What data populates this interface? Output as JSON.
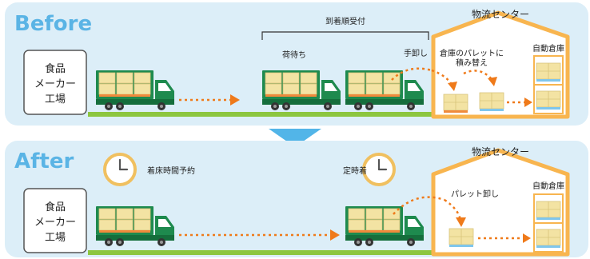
{
  "before": {
    "heading": "Before",
    "factory_label": [
      "食品",
      "メーカー",
      "工場"
    ],
    "center_title": "物流センター",
    "arrival_order_label": "到着順受付",
    "waiting_label": "荷待ち",
    "handwork_label": "手卸し",
    "repack_label": [
      "倉庫のパレットに",
      "積み替え"
    ],
    "auto_warehouse_label": "自動倉庫"
  },
  "after": {
    "heading": "After",
    "factory_label": [
      "食品",
      "メーカー",
      "工場"
    ],
    "center_title": "物流センター",
    "reservation_label": "着床時間予約",
    "on_time_label": "定時着",
    "pallet_unload_label": "パレット卸し",
    "auto_warehouse_label": "自動倉庫"
  },
  "colors": {
    "panel_bg": "#dceef8",
    "heading": "#5ab4e5",
    "truck_green": "#1e8a4e",
    "cargo_yellow": "#f3e3a3",
    "ground_green": "#8cc63f",
    "warehouse_orange": "#f8b54f",
    "flow_orange": "#ef7a1a",
    "down_arrow": "#52b5e8"
  }
}
